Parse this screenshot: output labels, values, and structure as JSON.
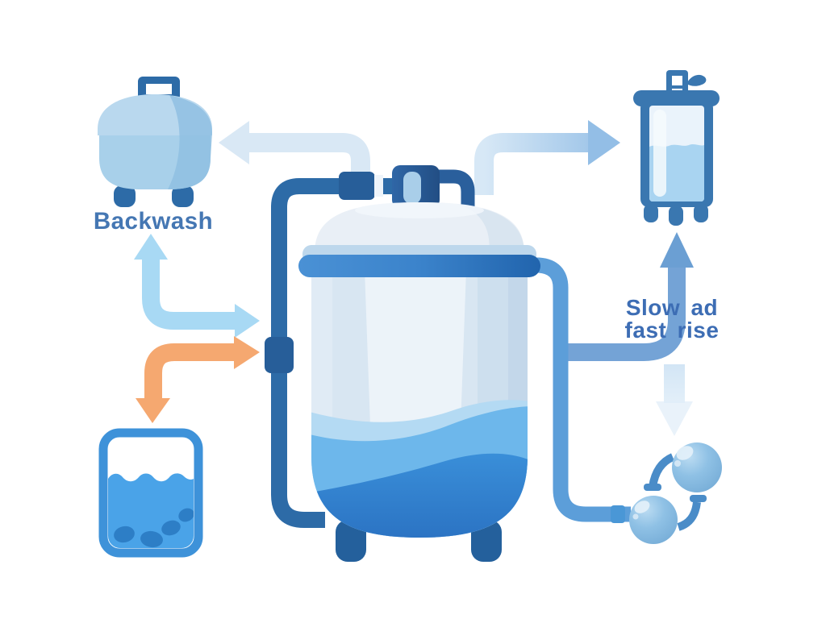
{
  "diagram": {
    "background": "#ffffff",
    "labels": {
      "backwash": "Backwash",
      "flow_line1": "Slow ad",
      "flow_line2": "fast rise"
    },
    "nodes": [
      {
        "name": "backwash-pot-icon",
        "label": "Backwash"
      },
      {
        "name": "filter-tank-icon"
      },
      {
        "name": "collection-tank-icon"
      },
      {
        "name": "sediment-container-icon"
      },
      {
        "name": "circulating-bubbles-icon"
      }
    ],
    "colors": {
      "label_backwash": "#4577b3",
      "label_flow": "#3d6db4",
      "pipe_dark": "#2d6ba7",
      "pipe_light": "#5c9ed9",
      "arrow_pale": "#d9e8f5",
      "arrow_pale_head": "#93bee6",
      "arrow_light": "#a8d9f4",
      "arrow_orange": "#f5a870",
      "arrow_blue": "#74a3d6",
      "arrow_blue_head": "#6b9fd3",
      "water_light": "#b4daf3",
      "water_mid": "#6db7eb",
      "water_dark": "#3a8fd9",
      "tank_body": "#d8e6f2",
      "bubble_fill": "#8fc1e5",
      "bubble_arrow": "#4a8cc8",
      "container_border": "#3e92d9",
      "container_water": "#4aa3e8",
      "sediment_blob": "#2d7ec6"
    }
  }
}
